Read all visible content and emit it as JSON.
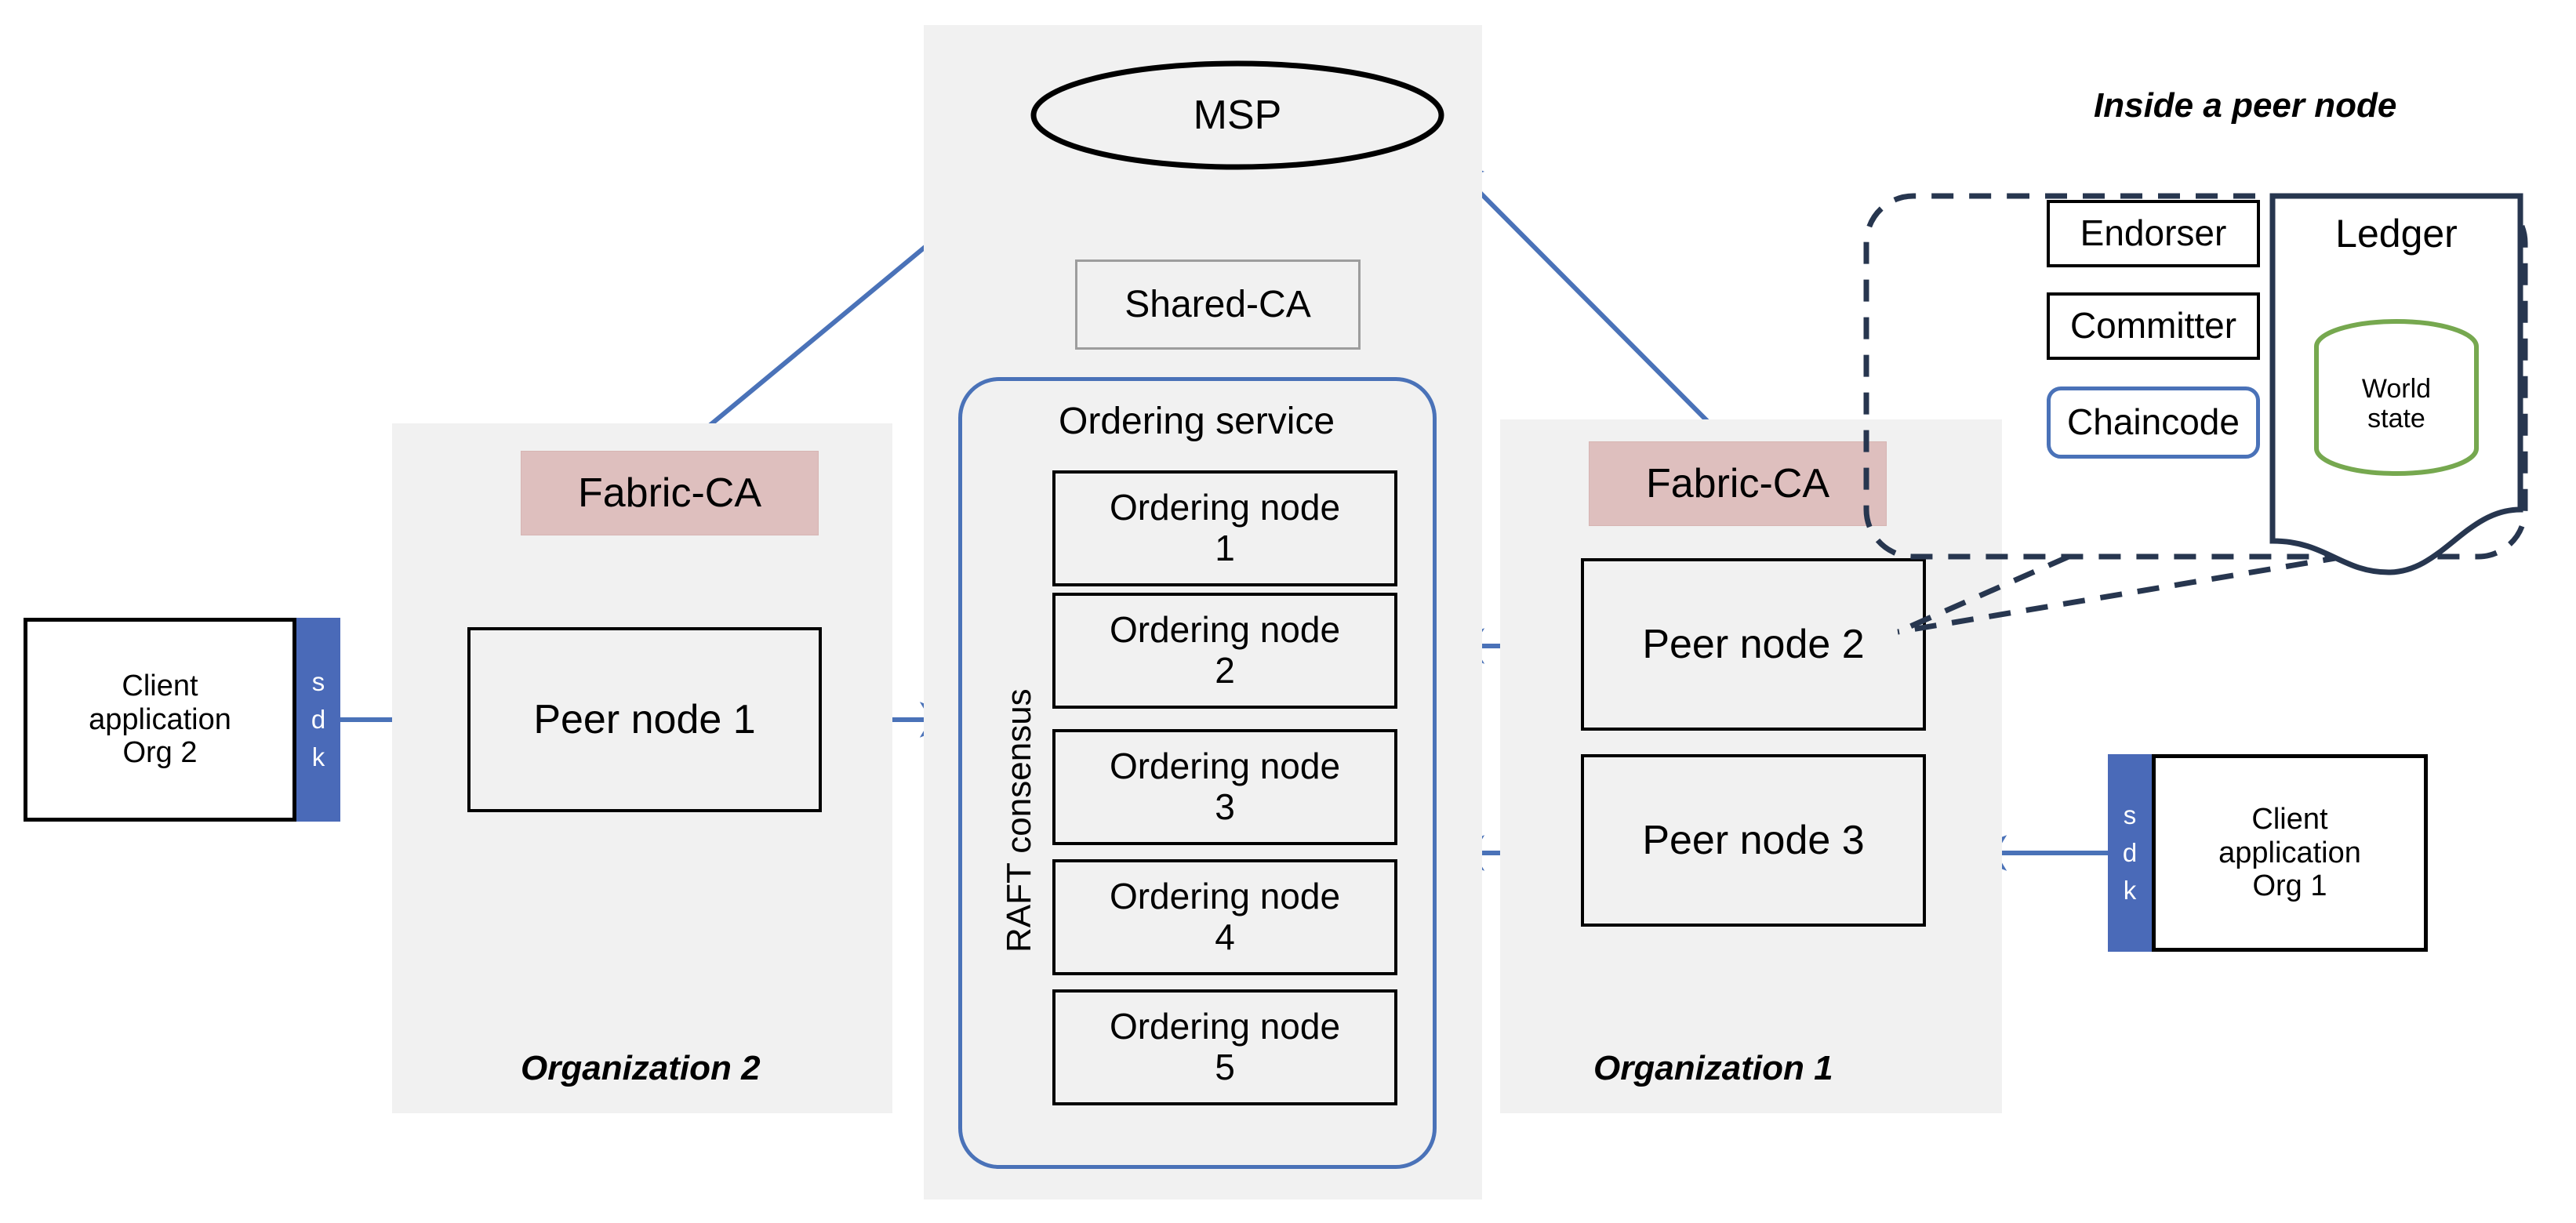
{
  "diagram": {
    "title_right": "Inside a peer node",
    "msp": {
      "label": "MSP"
    },
    "shared_ca": {
      "label": "Shared-CA"
    },
    "ordering_service": {
      "label": "Ordering service",
      "consensus_label": "RAFT consensus",
      "nodes": [
        {
          "line1": "Ordering node",
          "line2": "1"
        },
        {
          "line1": "Ordering node",
          "line2": "2"
        },
        {
          "line1": "Ordering node",
          "line2": "3"
        },
        {
          "line1": "Ordering node",
          "line2": "4"
        },
        {
          "line1": "Ordering node",
          "line2": "5"
        }
      ]
    },
    "org_left": {
      "label": "Organization 2",
      "ca_label": "Fabric-CA",
      "peers": [
        {
          "label": "Peer node 1"
        }
      ]
    },
    "org_right": {
      "label": "Organization 1",
      "ca_label": "Fabric-CA",
      "peers": [
        {
          "label": "Peer node 2"
        },
        {
          "label": "Peer node 3"
        }
      ]
    },
    "client_left": {
      "line1": "Client",
      "line2": "application",
      "line3": "Org 2",
      "sdk": "sdk"
    },
    "client_right": {
      "line1": "Client",
      "line2": "application",
      "line3": "Org 1",
      "sdk": "sdk"
    },
    "peer_detail": {
      "endorser": "Endorser",
      "committer": "Committer",
      "chaincode": "Chaincode",
      "ledger": "Ledger",
      "world_state_line1": "World",
      "world_state_line2": "state"
    },
    "colors": {
      "panel_gray": "#f1f1f1",
      "fabric_ca_fill": "#debfbe",
      "sdk_blue": "#4a6ab8",
      "arrow_blue": "#4a72b8",
      "ledger_navy": "#27364f",
      "world_state_green": "#76a84f"
    }
  }
}
